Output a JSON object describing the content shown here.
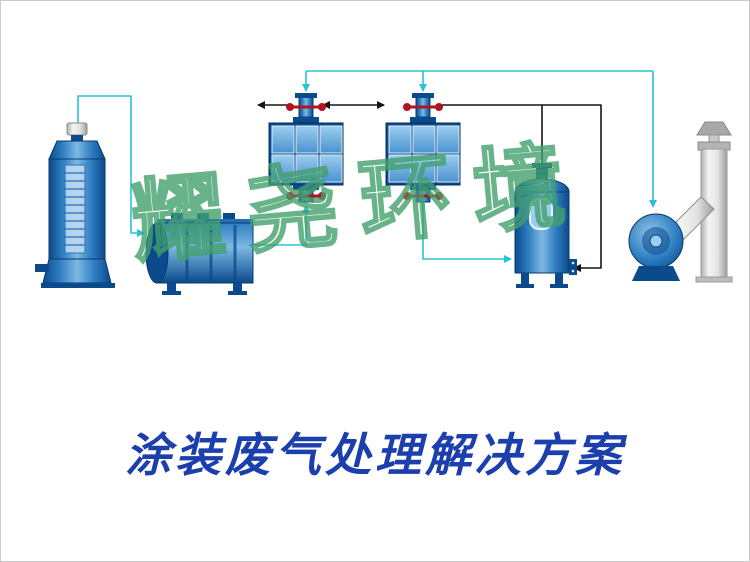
{
  "page": {
    "title": "涂装废气处理解决方案",
    "watermark": "耀尧环境"
  },
  "colors": {
    "equipment_blue_dark": "#0b4a8c",
    "equipment_blue_mid": "#2f7fc2",
    "equipment_blue_light": "#7db9e3",
    "panel_blue_light": "#9ccdee",
    "pipe_cyan": "#29c3d8",
    "pipe_black": "#151515",
    "valve_red": "#b5121f",
    "watermark_green": "#3e9e68",
    "title_blue": "#1c3fae",
    "chimney_gray": "#d8d8d8"
  },
  "equipment": [
    {
      "name": "spray-scrubber-tower"
    },
    {
      "name": "filter-box"
    },
    {
      "name": "activated-carbon-adsorber-1"
    },
    {
      "name": "activated-carbon-adsorber-2"
    },
    {
      "name": "buffer-tank"
    },
    {
      "name": "centrifugal-fan"
    },
    {
      "name": "exhaust-chimney"
    }
  ]
}
